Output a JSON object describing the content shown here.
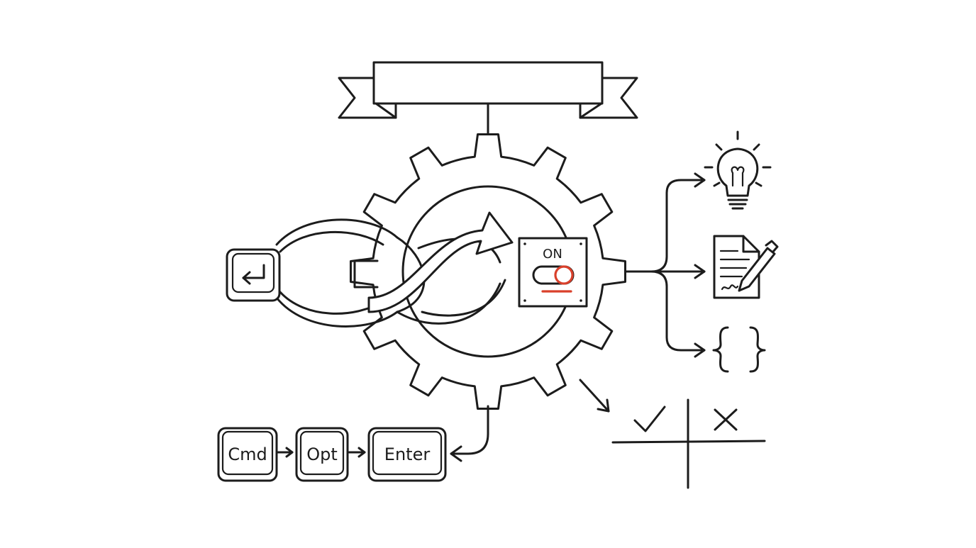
{
  "colors": {
    "ink": "#1c1c1c",
    "accent": "#d9402b",
    "background": "#ffffff"
  },
  "toggle": {
    "label": "ON",
    "state": "on"
  },
  "shortcut": {
    "keys": [
      "Cmd",
      "Opt",
      "Enter"
    ]
  },
  "icons": {
    "banner": "banner-ribbon-icon",
    "gear": "gear-icon",
    "loop": "infinity-loop-icon",
    "return_key": "return-key-icon",
    "lightbulb": "lightbulb-icon",
    "document": "document-pen-icon",
    "braces": "curly-braces-icon",
    "check": "check-icon",
    "cross": "cross-icon"
  }
}
